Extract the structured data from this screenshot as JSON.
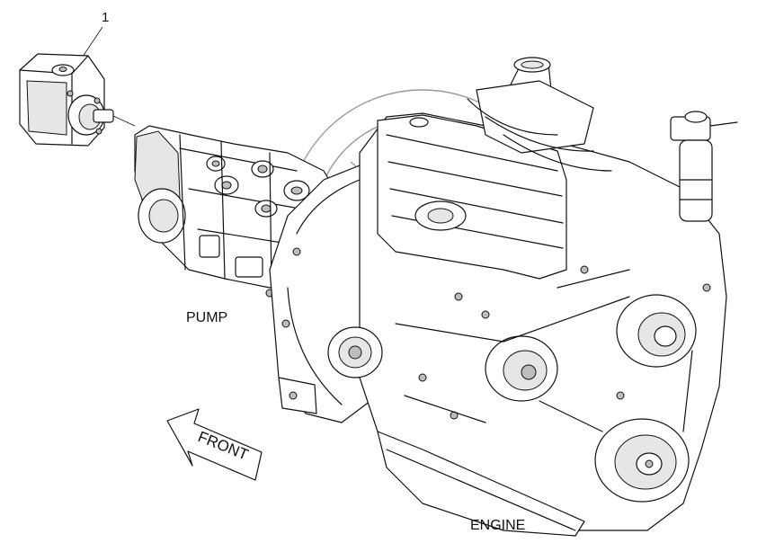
{
  "labels": {
    "callout": "1",
    "pump": "PUMP",
    "engine": "ENGINE",
    "front": "FRONT"
  },
  "colors": {
    "line": "#111111",
    "background": "#ffffff",
    "watermark": "#9a9a9a"
  }
}
